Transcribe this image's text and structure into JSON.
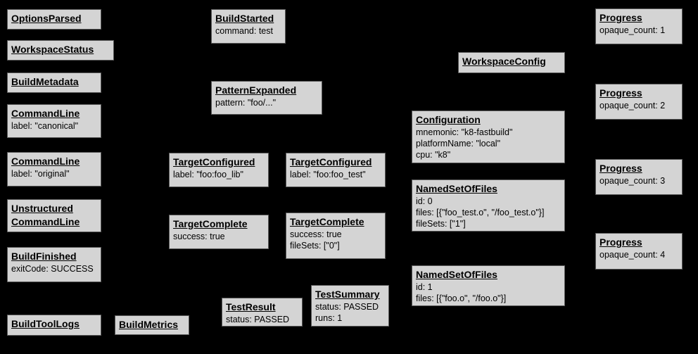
{
  "colors": {
    "background": "#000000",
    "box_fill": "#d4d4d4",
    "box_border": "#5a5a5a",
    "text": "#000000"
  },
  "events": {
    "optionsParsed": {
      "title": "OptionsParsed"
    },
    "workspaceStatus": {
      "title": "WorkspaceStatus"
    },
    "buildMetadata": {
      "title": "BuildMetadata"
    },
    "commandLineCanonical": {
      "title": "CommandLine",
      "line1": "label: \"canonical\""
    },
    "commandLineOriginal": {
      "title": "CommandLine",
      "line1": "label: \"original\""
    },
    "unstructuredCommandLine": {
      "titleLine1": "Unstructured",
      "titleLine2": "CommandLine"
    },
    "buildFinished": {
      "title": "BuildFinished",
      "line1": "exitCode: SUCCESS"
    },
    "buildToolLogs": {
      "title": "BuildToolLogs"
    },
    "buildMetrics": {
      "title": "BuildMetrics"
    },
    "buildStarted": {
      "title": "BuildStarted",
      "line1": "command: test"
    },
    "patternExpanded": {
      "title": "PatternExpanded",
      "line1": "pattern: \"foo/...\""
    },
    "targetConfiguredLib": {
      "title": "TargetConfigured",
      "line1": "label: \"foo:foo_lib\""
    },
    "targetConfiguredTest": {
      "title": "TargetConfigured",
      "line1": "label: \"foo:foo_test\""
    },
    "targetCompleteLib": {
      "title": "TargetComplete",
      "line1": "success: true"
    },
    "targetCompleteTest": {
      "title": "TargetComplete",
      "line1": "success: true",
      "line2": "fileSets: [\"0\"]"
    },
    "testResult": {
      "title": "TestResult",
      "line1": "status: PASSED"
    },
    "testSummary": {
      "title": "TestSummary",
      "line1": "status: PASSED",
      "line2": "runs: 1"
    },
    "workspaceConfig": {
      "title": "WorkspaceConfig"
    },
    "configuration": {
      "title": "Configuration",
      "line1": "mnemonic: \"k8-fastbuild\"",
      "line2": "platformName: \"local\"",
      "line3": "cpu: \"k8\""
    },
    "namedSetOfFiles0": {
      "title": "NamedSetOfFiles",
      "line1": "id: 0",
      "line2": "files: [{\"foo_test.o\", \"/foo_test.o\"}]",
      "line3": "fileSets: [\"1\"]"
    },
    "namedSetOfFiles1": {
      "title": "NamedSetOfFiles",
      "line1": "id: 1",
      "line2": "files: [{\"foo.o\", \"/foo.o\"}]"
    },
    "progress1": {
      "title": "Progress",
      "line1": "opaque_count: 1"
    },
    "progress2": {
      "title": "Progress",
      "line1": "opaque_count: 2"
    },
    "progress3": {
      "title": "Progress",
      "line1": "opaque_count: 3"
    },
    "progress4": {
      "title": "Progress",
      "line1": "opaque_count: 4"
    }
  }
}
